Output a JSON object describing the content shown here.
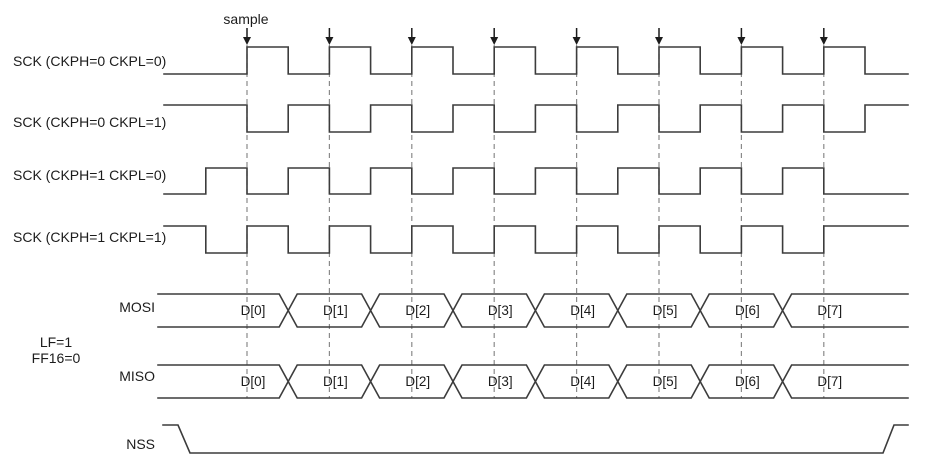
{
  "diagram": {
    "sample_label": "sample",
    "sample_count": 8,
    "side_note": {
      "line1": "LF=1",
      "line2": "FF16=0"
    },
    "clock_rows": [
      {
        "label": "SCK (CKPH=0 CKPL=0)",
        "ckph": 0,
        "ckpl": 0
      },
      {
        "label": "SCK (CKPH=0 CKPL=1)",
        "ckph": 0,
        "ckpl": 1
      },
      {
        "label": "SCK (CKPH=1 CKPL=0)",
        "ckph": 1,
        "ckpl": 0
      },
      {
        "label": "SCK (CKPH=1 CKPL=1)",
        "ckph": 1,
        "ckpl": 1
      }
    ],
    "buses": [
      {
        "label": "MOSI",
        "segments": [
          "D[0]",
          "D[1]",
          "D[2]",
          "D[3]",
          "D[4]",
          "D[5]",
          "D[6]",
          "D[7]"
        ]
      },
      {
        "label": "MISO",
        "segments": [
          "D[0]",
          "D[1]",
          "D[2]",
          "D[3]",
          "D[4]",
          "D[5]",
          "D[6]",
          "D[7]"
        ]
      }
    ],
    "nss": {
      "label": "NSS"
    }
  },
  "colors": {
    "signal": "#3c3c3c",
    "dashed_guide": "#8a8a8a",
    "text": "#1c1c1c",
    "background": "#ffffff"
  }
}
